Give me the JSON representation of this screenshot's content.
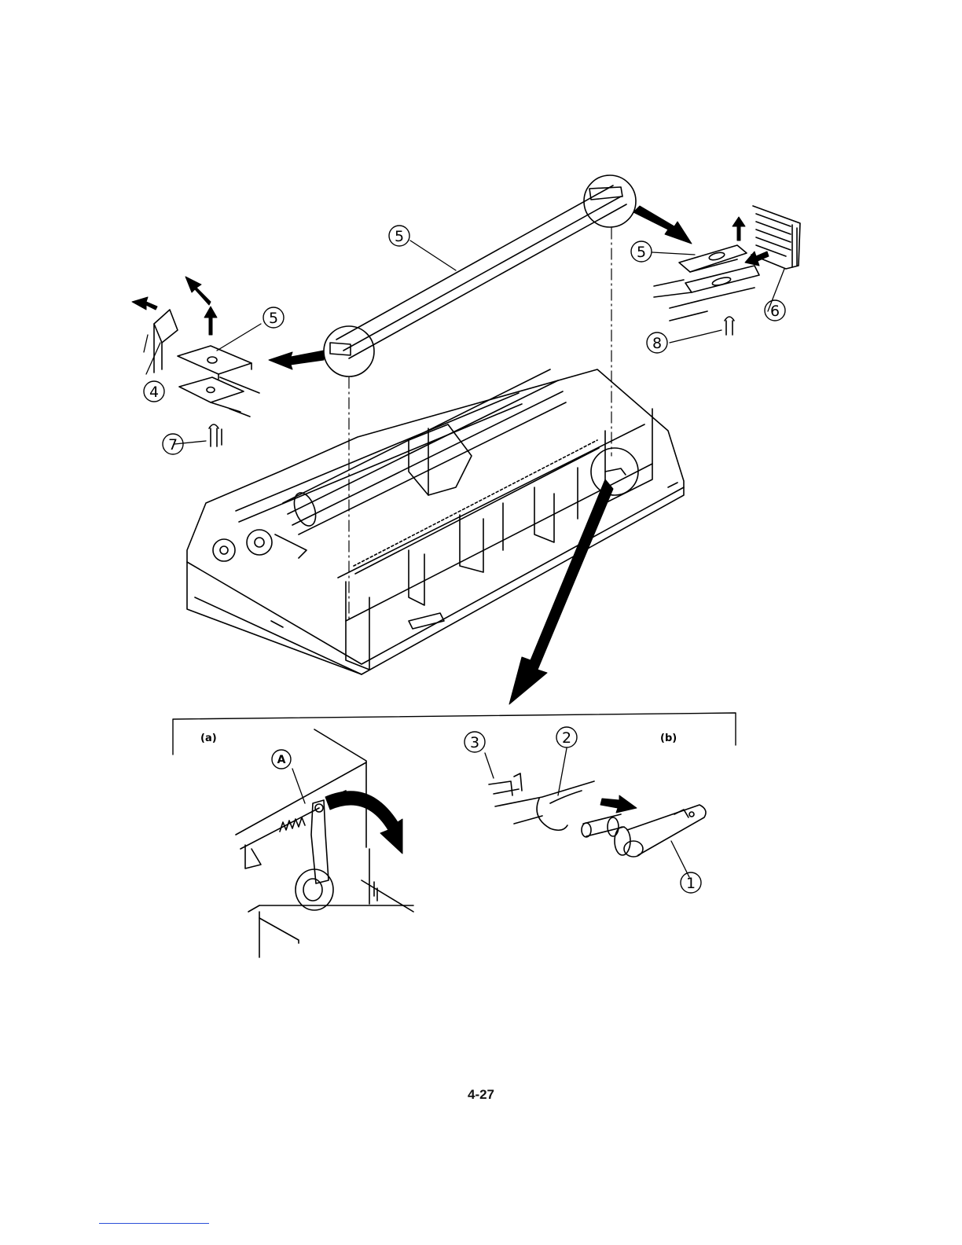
{
  "callouts": {
    "c5_rail": "5",
    "c5_left": "5",
    "c4": "4",
    "c7": "7",
    "c5_right": "5",
    "c6": "6",
    "c8": "8",
    "c3": "3",
    "c2": "2",
    "c1": "1",
    "cA": "A"
  },
  "panels": {
    "a_label": "(a)",
    "b_label": "(b)"
  },
  "page_number": "4-27",
  "colors": {
    "ink": "#000000",
    "link": "#2a4fd8"
  }
}
